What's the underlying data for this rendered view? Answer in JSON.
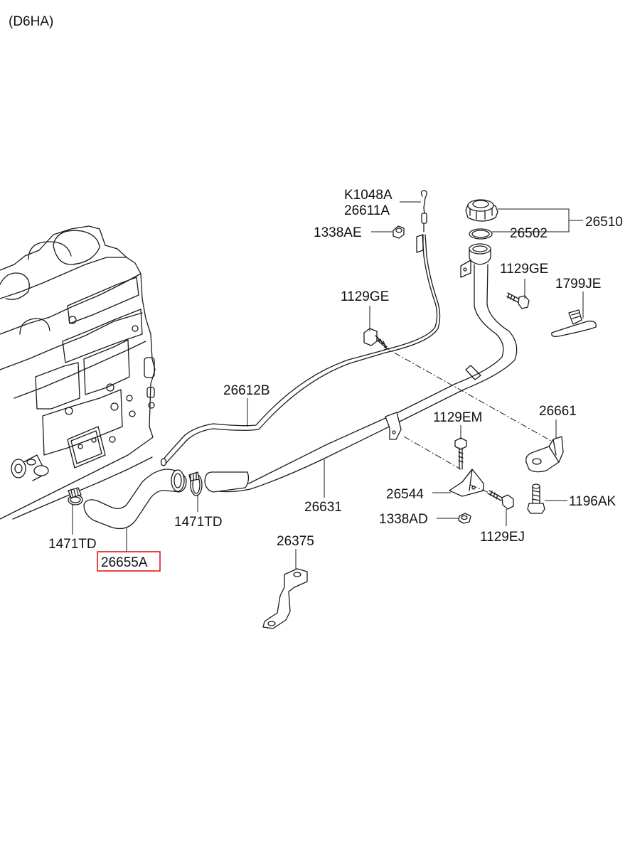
{
  "title": "(D6HA)",
  "highlight_color": "#e0191c",
  "labels": {
    "k1048a": "K1048A",
    "p26611a": "26611A",
    "p1338ae": "1338AE",
    "p26510": "26510",
    "p26502": "26502",
    "p1129ge_top": "1129GE",
    "p1799je": "1799JE",
    "p1129ge_left": "1129GE",
    "p26612b": "26612B",
    "p26661": "26661",
    "p1129em": "1129EM",
    "p26544": "26544",
    "p1196ak": "1196AK",
    "p1338ad": "1338AD",
    "p1129ej": "1129EJ",
    "p26631": "26631",
    "p1471td_right": "1471TD",
    "p1471td_left": "1471TD",
    "p26655a": "26655A",
    "p26375": "26375"
  },
  "selected_part": "26655A"
}
